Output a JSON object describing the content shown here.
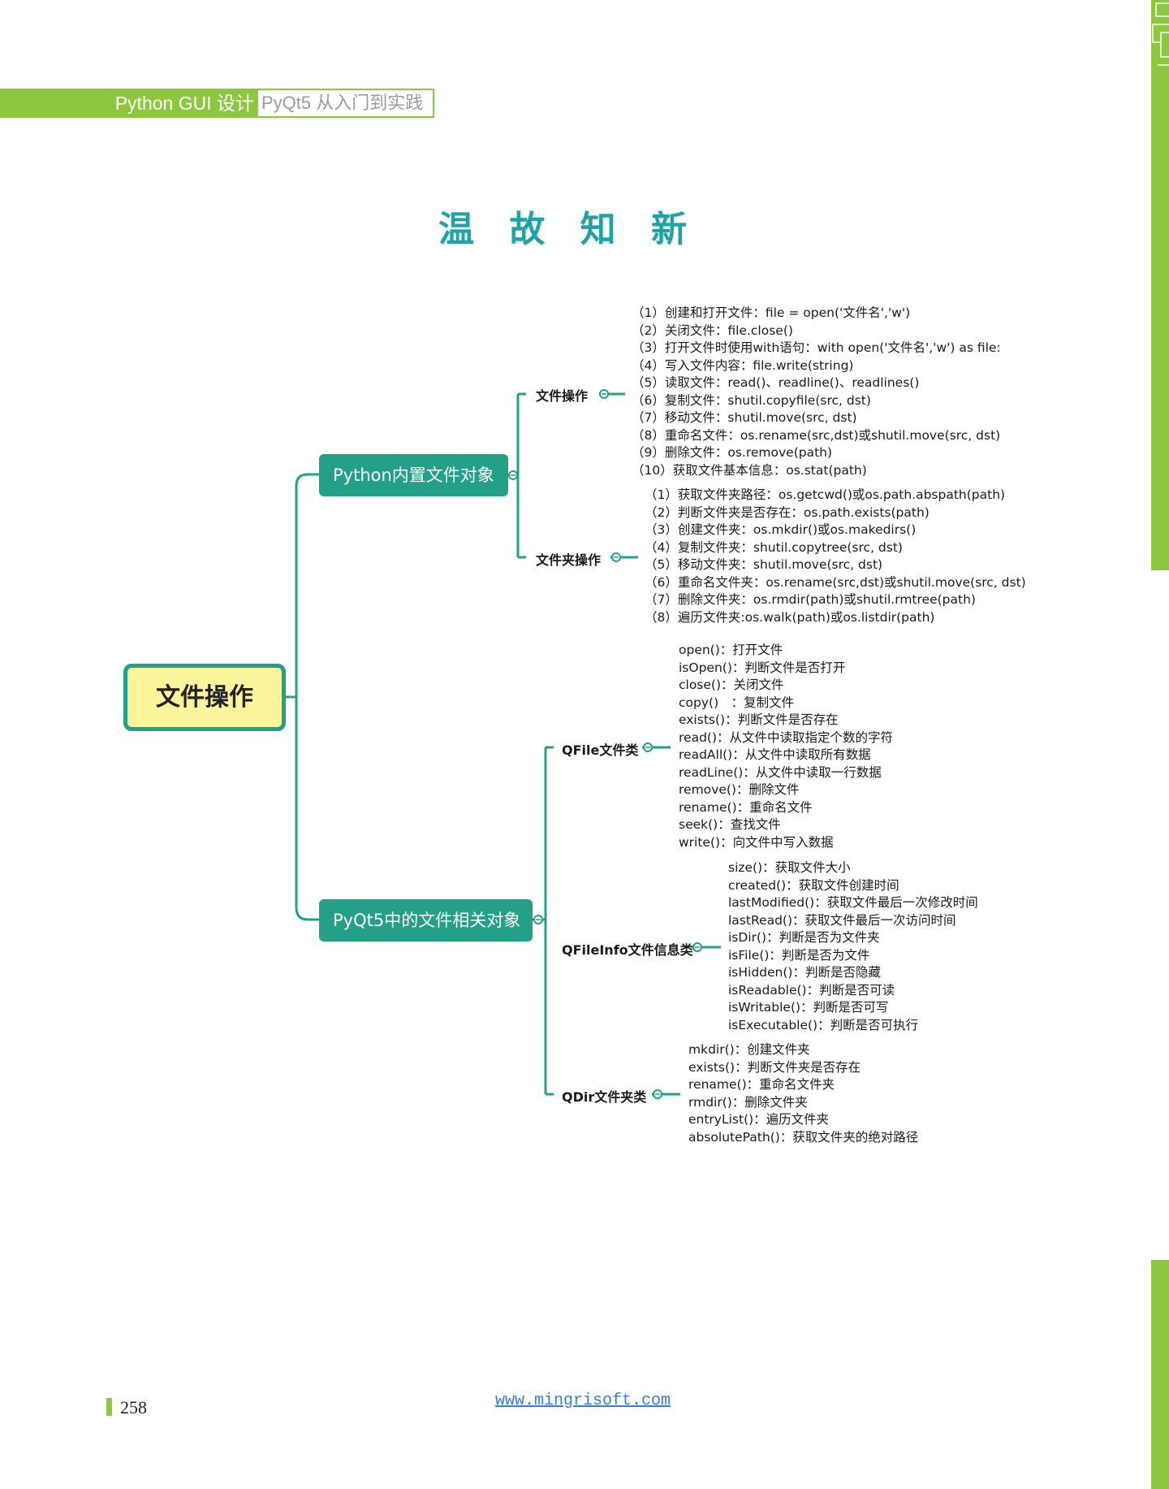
{
  "header": {
    "book_title": "Python GUI 设计",
    "book_subtitle": "PyQt5 从入门到实践"
  },
  "page_title": "温 故 知 新",
  "mindmap": {
    "root": "文件操作",
    "branch_python": {
      "label": "Python内置文件对象",
      "file_ops": {
        "label": "文件操作",
        "items": [
          "（1）创建和打开文件：file = open('文件名','w')",
          "（2）关闭文件：file.close()",
          "（3）打开文件时使用with语句：with open('文件名','w') as file:",
          "（4）写入文件内容：file.write(string)",
          "（5）读取文件：read()、readline()、readlines()",
          "（6）复制文件：shutil.copyfile(src, dst)",
          "（7）移动文件：shutil.move(src, dst)",
          "（8）重命名文件：os.rename(src,dst)或shutil.move(src, dst)",
          "（9）删除文件：os.remove(path)",
          "（10）获取文件基本信息：os.stat(path)"
        ]
      },
      "folder_ops": {
        "label": "文件夹操作",
        "items": [
          "（1）获取文件夹路径：os.getcwd()或os.path.abspath(path)",
          "（2）判断文件夹是否存在：os.path.exists(path)",
          "（3）创建文件夹：os.mkdir()或os.makedirs()",
          "（4）复制文件夹：shutil.copytree(src, dst)",
          "（5）移动文件夹：shutil.move(src, dst)",
          "（6）重命名文件夹：os.rename(src,dst)或shutil.move(src, dst)",
          "（7）删除文件夹：os.rmdir(path)或shutil.rmtree(path)",
          "（8）遍历文件夹:os.walk(path)或os.listdir(path)"
        ]
      }
    },
    "branch_pyqt": {
      "label": "PyQt5中的文件相关对象",
      "qfile": {
        "label": "QFile文件类",
        "items": [
          "open()：打开文件",
          "isOpen()：判断文件是否打开",
          "close()：关闭文件",
          "copy()　：复制文件",
          "exists()：判断文件是否存在",
          "read()：从文件中读取指定个数的字符",
          "readAll()：从文件中读取所有数据",
          "readLine()：从文件中读取一行数据",
          "remove()：删除文件",
          "rename()：重命名文件",
          "seek()：查找文件",
          "write()：向文件中写入数据"
        ]
      },
      "qfileinfo": {
        "label": "QFileInfo文件信息类",
        "items": [
          "size()：获取文件大小",
          "created()：获取文件创建时间",
          "lastModified()：获取文件最后一次修改时间",
          "lastRead()：获取文件最后一次访问时间",
          "isDir()：判断是否为文件夹",
          "isFile()：判断是否为文件",
          "isHidden()：判断是否隐藏",
          "isReadable()：判断是否可读",
          "isWritable()：判断是否可写",
          "isExecutable()：判断是否可执行"
        ]
      },
      "qdir": {
        "label": "QDir文件夹类",
        "items": [
          "mkdir()：创建文件夹",
          "exists()：判断文件夹是否存在",
          "rename()：重命名文件夹",
          "rmdir()：删除文件夹",
          "entryList()：遍历文件夹",
          "absolutePath()：获取文件夹的绝对路径"
        ]
      }
    }
  },
  "footer": {
    "page_number": "258",
    "url": "www.mingrisoft.com"
  },
  "colors": {
    "accent_green": "#8dc63f",
    "node_teal": "#23a087",
    "title_teal": "#1fa3a5",
    "root_fill": "#fdf59c"
  }
}
